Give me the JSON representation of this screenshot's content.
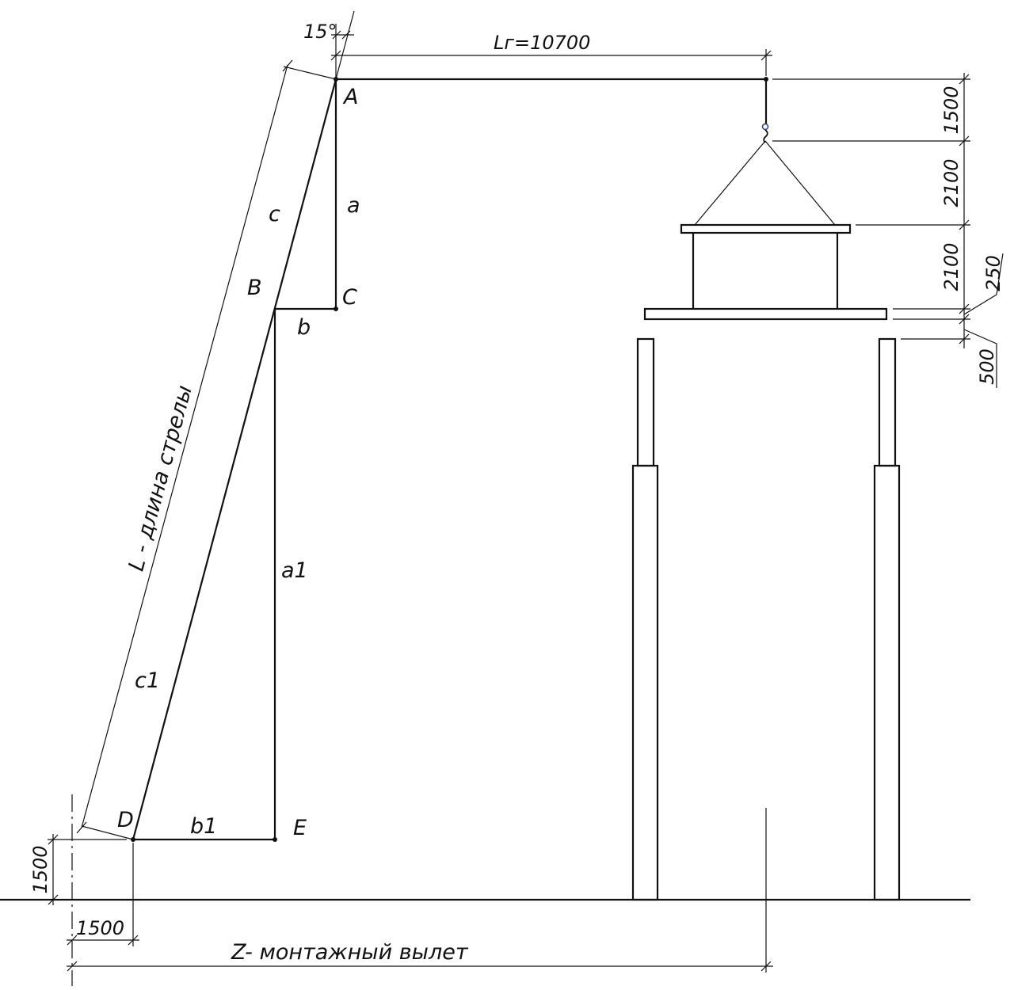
{
  "points": {
    "A": "A",
    "B": "B",
    "C": "C",
    "D": "D",
    "E": "E"
  },
  "segments": {
    "a": "a",
    "b": "b",
    "c": "c",
    "a1": "a1",
    "b1": "b1",
    "c1": "c1"
  },
  "dimensions": {
    "angle": "15°",
    "lg": "Lг=10700",
    "h1500": "1500",
    "h2100_top": "2100",
    "h2100_mid": "2100",
    "h250": "250",
    "h500": "500",
    "left_1500": "1500",
    "bottom_1500": "1500"
  },
  "labels": {
    "boom_length": "L - длина стрелы",
    "outreach": "Z- монтажный вылет"
  },
  "colors": {
    "line": "#111111",
    "hook": "#2a3a9a"
  }
}
